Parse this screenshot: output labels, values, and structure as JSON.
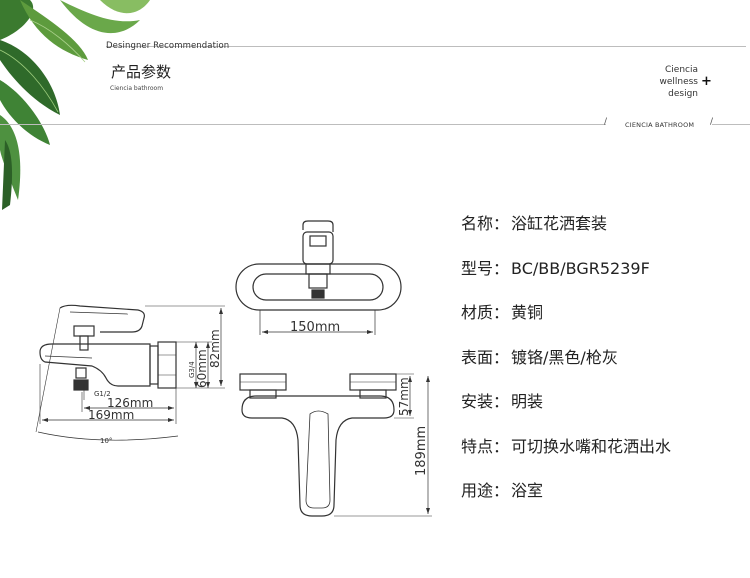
{
  "header": {
    "designer": "Desingner Recommendation",
    "title": "产品参数",
    "subtitle": "Ciencia bathroom",
    "brand_lines": [
      "Ciencia",
      "wellness",
      "design"
    ],
    "plus": "+",
    "tagline": "CIENCIA BATHROOM",
    "slash": "/"
  },
  "specs": [
    {
      "label": "名称",
      "value": "浴缸花洒套装"
    },
    {
      "label": "型号",
      "value": "BC/BB/BGR5239F"
    },
    {
      "label": "材质",
      "value": "黄铜"
    },
    {
      "label": "表面",
      "value": "镀铬/黑色/枪灰"
    },
    {
      "label": "安装",
      "value": "明装"
    },
    {
      "label": "特点",
      "value": "可切换水嘴和花洒出水"
    },
    {
      "label": "用途",
      "value": "浴室"
    }
  ],
  "spec_separator": "：",
  "dimensions": {
    "top_width": "150mm",
    "side_height": "82mm",
    "thread_g34": "G3/4",
    "side_base": "60mm",
    "thread_g12": "G1/2",
    "side_126": "126mm",
    "side_169": "169mm",
    "angle": "10°",
    "front_57": "57mm",
    "front_189": "189mm"
  },
  "colors": {
    "line": "#bdbdbd",
    "leaf_dark": "#2f6a2a",
    "leaf_light": "#6fae4a"
  }
}
